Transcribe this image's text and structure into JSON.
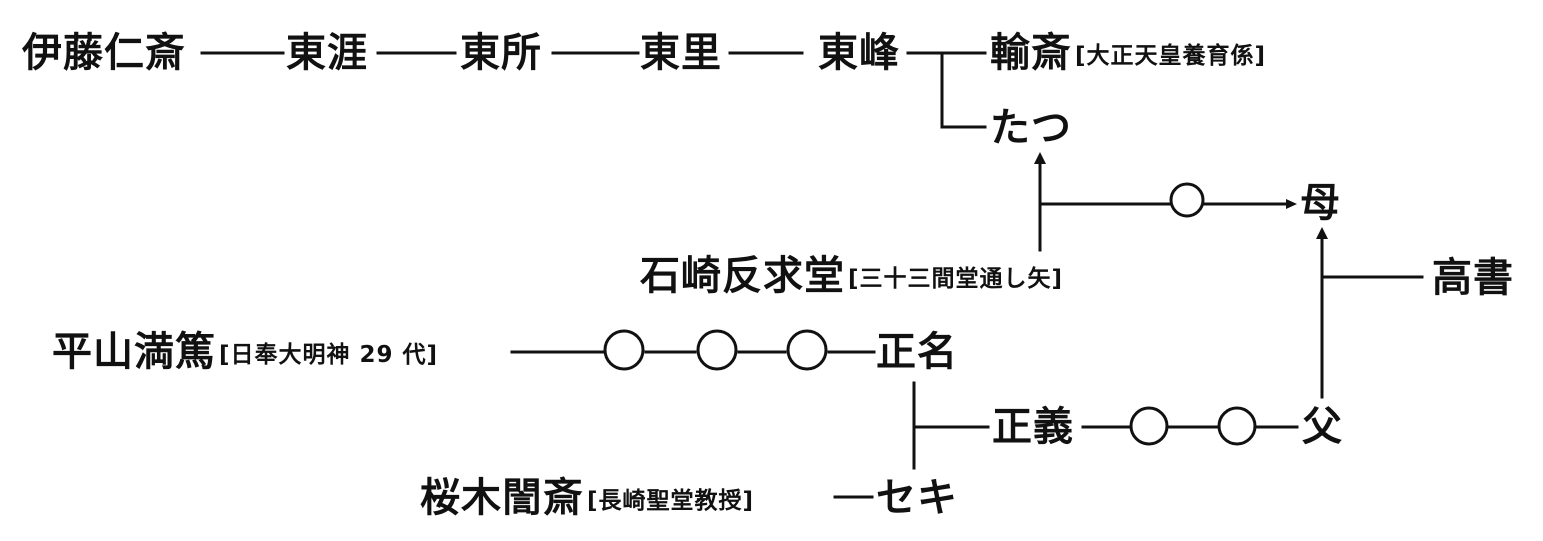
{
  "colors": {
    "ink": "#111111",
    "paper": "#ffffff"
  },
  "people": {
    "jinsai": "伊藤仁斎",
    "togai": "東涯",
    "tosho": "東所",
    "tori": "東里",
    "toho": "東峰",
    "rinsai": "輸斎",
    "rinsai_note": "[大正天皇養育係]",
    "tatsu": "たつ",
    "haha": "母",
    "sekizaki": "石崎反求堂",
    "sekizaki_note": "[三十三間堂通し矢]",
    "takagaki": "高書",
    "hirayama": "平山満篤",
    "hirayama_note": "[日奉大明神 29 代]",
    "masana": "正名",
    "masayoshi": "正義",
    "chichi": "父",
    "sakuragi": "桜木誾斎",
    "sakuragi_note": "[長崎聖堂教授]",
    "seki": "セキ"
  }
}
